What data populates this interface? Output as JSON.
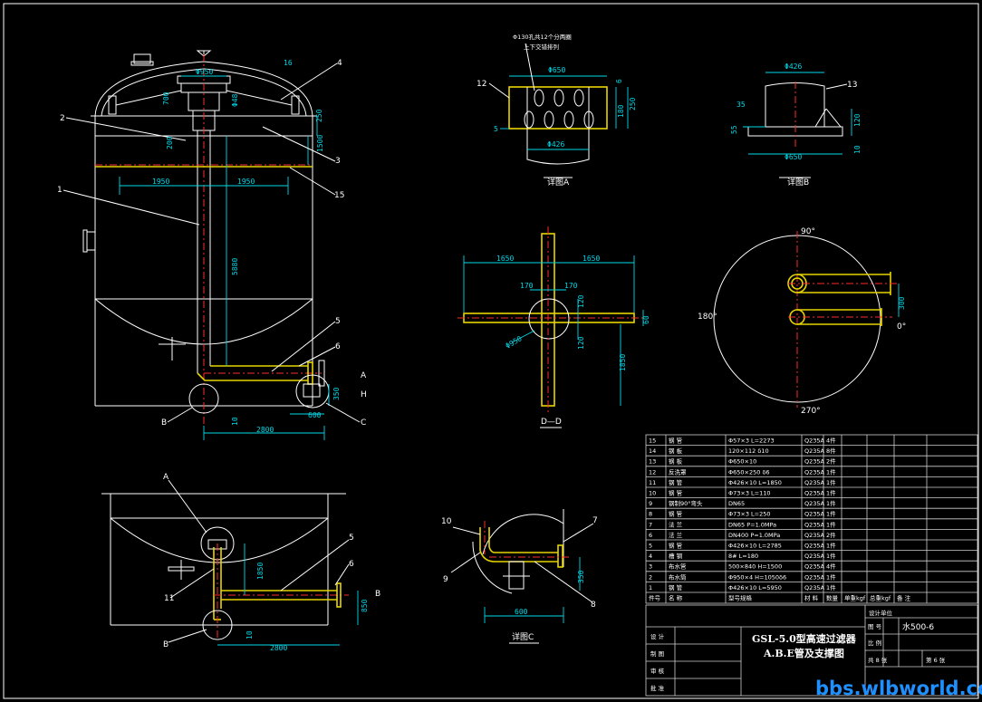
{
  "watermark": "bbs.wlbworld.com",
  "notes": {
    "detail_a_top1": "Φ130孔共12个分两圈",
    "detail_a_top2": "上下交错排列"
  },
  "view_labels": {
    "detail_a": "详图A",
    "detail_b": "详图B",
    "detail_c": "详图C",
    "section_dd": "D—D"
  },
  "callouts": {
    "c1": "1",
    "c2": "2",
    "c3": "3",
    "c4": "4",
    "c5": "5",
    "c6": "6",
    "c5b": "5",
    "c6b": "6",
    "c7": "7",
    "c8": "8",
    "c9": "9",
    "c10": "10",
    "c11": "11",
    "c12": "12",
    "c13": "13",
    "c15": "15",
    "a": "A",
    "b": "B",
    "c": "C",
    "h": "H",
    "a2": "A",
    "b2": "B",
    "b3": "B"
  },
  "angles": {
    "a90": "90°",
    "a180": "180°",
    "a0": "0°",
    "a270": "270°"
  },
  "dims": {
    "d950": "Φ950",
    "d700": "700",
    "d40": "Φ48",
    "d16": "16",
    "d250": "250",
    "d200": "200",
    "d1500": "1500",
    "d1950a": "1950",
    "d1950b": "1950",
    "d5880": "5880",
    "d10": "10",
    "d350": "350",
    "d600": "600",
    "d2800": "2800",
    "da650": "Φ650",
    "da180": "180",
    "da250": "250",
    "da426": "Φ426",
    "da6": "6",
    "da5": "5",
    "db426": "Φ426",
    "db35": "35",
    "db55": "55",
    "db650": "Φ650",
    "db120": "120",
    "db10": "10",
    "dd1650a": "1650",
    "dd1650b": "1650",
    "dd170a": "170",
    "dd170b": "170",
    "dd120a": "120",
    "dd120b": "120",
    "dd950": "Φ950",
    "dd1850": "1850",
    "dd60": "60",
    "dr300": "300",
    "dc350": "350",
    "dc600": "600",
    "dl1850": "1850",
    "dl850": "850",
    "dl10": "10",
    "dl2800": "2800"
  },
  "bom": {
    "rows": [
      {
        "no": "15",
        "name": "钢 管",
        "spec": "Φ57×3   L=2273",
        "mat": "Q235A",
        "qty": "4件"
      },
      {
        "no": "14",
        "name": "钢 板",
        "spec": "120×112   δ10",
        "mat": "Q235A",
        "qty": "8件"
      },
      {
        "no": "13",
        "name": "钢 板",
        "spec": "Φ650×10",
        "mat": "Q235A",
        "qty": "2件"
      },
      {
        "no": "12",
        "name": "反洗罩",
        "spec": "Φ650×250   δ6",
        "mat": "Q235A",
        "qty": "1件"
      },
      {
        "no": "11",
        "name": "钢 管",
        "spec": "Φ426×10   L=1850",
        "mat": "Q235A",
        "qty": "1件"
      },
      {
        "no": "10",
        "name": "钢 管",
        "spec": "Φ73×3   L=110",
        "mat": "Q235A",
        "qty": "1件"
      },
      {
        "no": "9",
        "name": "钢制90°弯头",
        "spec": "DN65",
        "mat": "Q235A",
        "qty": "1件"
      },
      {
        "no": "8",
        "name": "钢 管",
        "spec": "Φ73×3   L=250",
        "mat": "Q235A",
        "qty": "1件"
      },
      {
        "no": "7",
        "name": "法 兰",
        "spec": "DN65   P=1.0MPa",
        "mat": "Q235A",
        "qty": "1件"
      },
      {
        "no": "6",
        "name": "法 兰",
        "spec": "DN400   P=1.0MPa",
        "mat": "Q235A",
        "qty": "2件"
      },
      {
        "no": "5",
        "name": "钢 管",
        "spec": "Φ426×10   L=2785",
        "mat": "Q235A",
        "qty": "1件"
      },
      {
        "no": "4",
        "name": "槽 钢",
        "spec": "8#   L=180",
        "mat": "Q235A",
        "qty": "1件"
      },
      {
        "no": "3",
        "name": "布水管",
        "spec": "500×840   H=1500",
        "mat": "Q235A",
        "qty": "4件"
      },
      {
        "no": "2",
        "name": "布水筒",
        "spec": "Φ950×4 H=1050δ6",
        "mat": "Q235A",
        "qty": "1件"
      },
      {
        "no": "1",
        "name": "钢 管",
        "spec": "Φ426×10   L=5950",
        "mat": "Q235A",
        "qty": "1件"
      }
    ],
    "headers": {
      "no": "件号",
      "name": "名 称",
      "spec": "型号规格",
      "mat": "材 料",
      "qty": "数量",
      "uw": "单重kgf",
      "tw": "总重kgf",
      "remark": "备 注"
    }
  },
  "title_block": {
    "design_unit": "设计单位",
    "title1": "GSL-5.0型高速过滤器",
    "title2": "A.B.E管及支撑图",
    "drawing_no_label": "图 号",
    "drawing_no": "水500-6",
    "scale_label": "比 例",
    "total_sheets": "共 8 张",
    "sheet": "第 6 张",
    "r1": "设 计",
    "r2": "制 图",
    "r3": "审 核",
    "r4": "批 准"
  }
}
